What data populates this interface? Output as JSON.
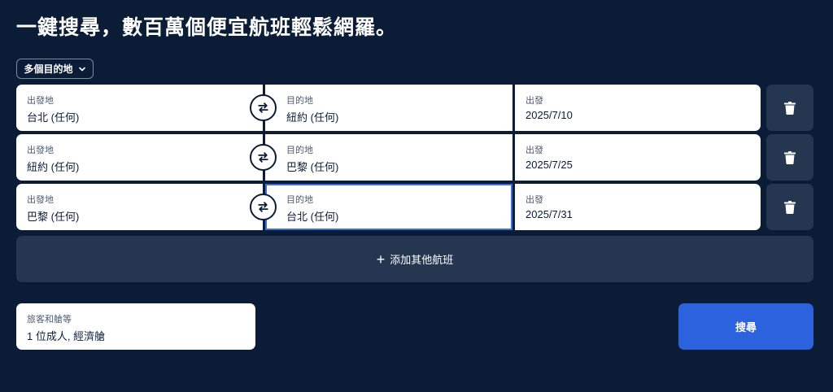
{
  "headline": "一鍵搜尋，數百萬個便宜航班輕鬆網羅。",
  "trip_type": {
    "selected": "多個目的地",
    "icon": "chevron-down-icon"
  },
  "legs": [
    {
      "origin_label": "出發地",
      "origin": "台北 (任何)",
      "dest_label": "目的地",
      "dest": "紐約 (任何)",
      "date_label": "出發",
      "date": "2025/7/10"
    },
    {
      "origin_label": "出發地",
      "origin": "紐約 (任何)",
      "dest_label": "目的地",
      "dest": "巴黎 (任何)",
      "date_label": "出發",
      "date": "2025/7/25"
    },
    {
      "origin_label": "出發地",
      "origin": "巴黎 (任何)",
      "dest_label": "目的地",
      "dest": "台北 (任何)",
      "date_label": "出發",
      "date": "2025/7/31"
    }
  ],
  "add_flight": {
    "label": "添加其他航班",
    "icon": "plus-icon"
  },
  "passengers": {
    "label": "旅客和艙等",
    "value": "1 位成人, 經濟艙"
  },
  "search": {
    "label": "搜尋"
  },
  "colors": {
    "background": "#0b1c36",
    "panel": "#253650",
    "accent": "#2c62dd",
    "focus": "#3b6fe0"
  }
}
